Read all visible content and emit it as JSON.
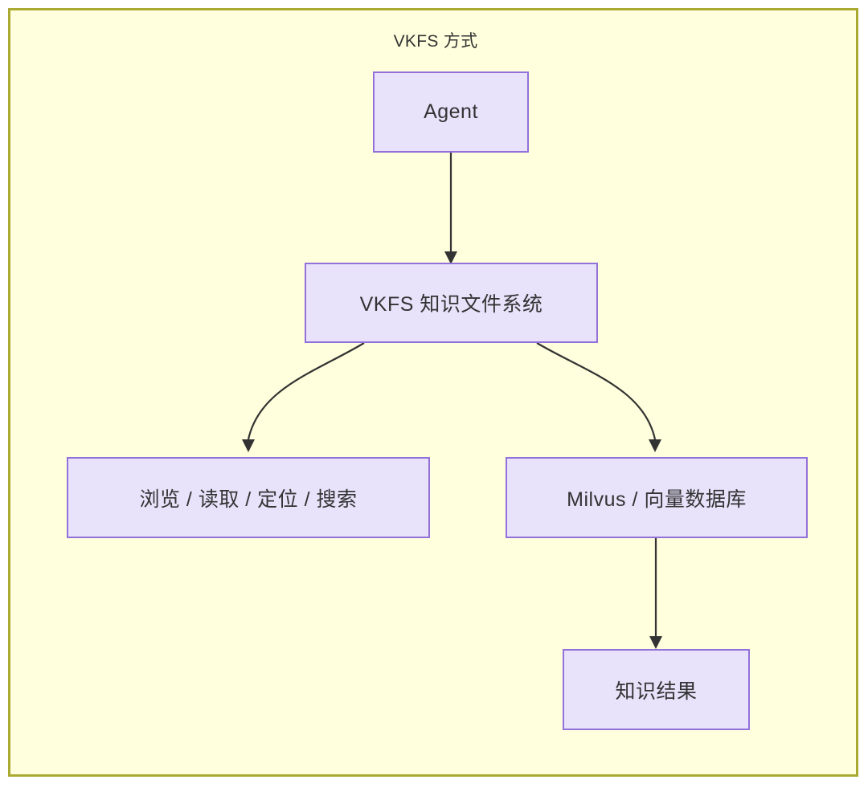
{
  "diagram": {
    "title": "VKFS 方式",
    "type": "flowchart",
    "direction": "top-down",
    "colors": {
      "canvas_background": "#ffffdd",
      "canvas_border": "#aaaa33",
      "node_fill": "#e8e3fb",
      "node_border": "#9370db",
      "text": "#333333",
      "edge": "#333333"
    },
    "nodes": [
      {
        "id": "agent",
        "label": "Agent"
      },
      {
        "id": "vkfs",
        "label": "VKFS 知识文件系统"
      },
      {
        "id": "browse",
        "label": "浏览 / 读取 / 定位 / 搜索"
      },
      {
        "id": "milvus",
        "label": "Milvus / 向量数据库"
      },
      {
        "id": "result",
        "label": "知识结果"
      }
    ],
    "edges": [
      {
        "from": "agent",
        "to": "vkfs",
        "style": "straight",
        "arrow": "arrowhead"
      },
      {
        "from": "vkfs",
        "to": "browse",
        "style": "curved",
        "arrow": "arrowhead"
      },
      {
        "from": "vkfs",
        "to": "milvus",
        "style": "curved",
        "arrow": "arrowhead"
      },
      {
        "from": "milvus",
        "to": "result",
        "style": "straight",
        "arrow": "arrowhead"
      }
    ]
  }
}
